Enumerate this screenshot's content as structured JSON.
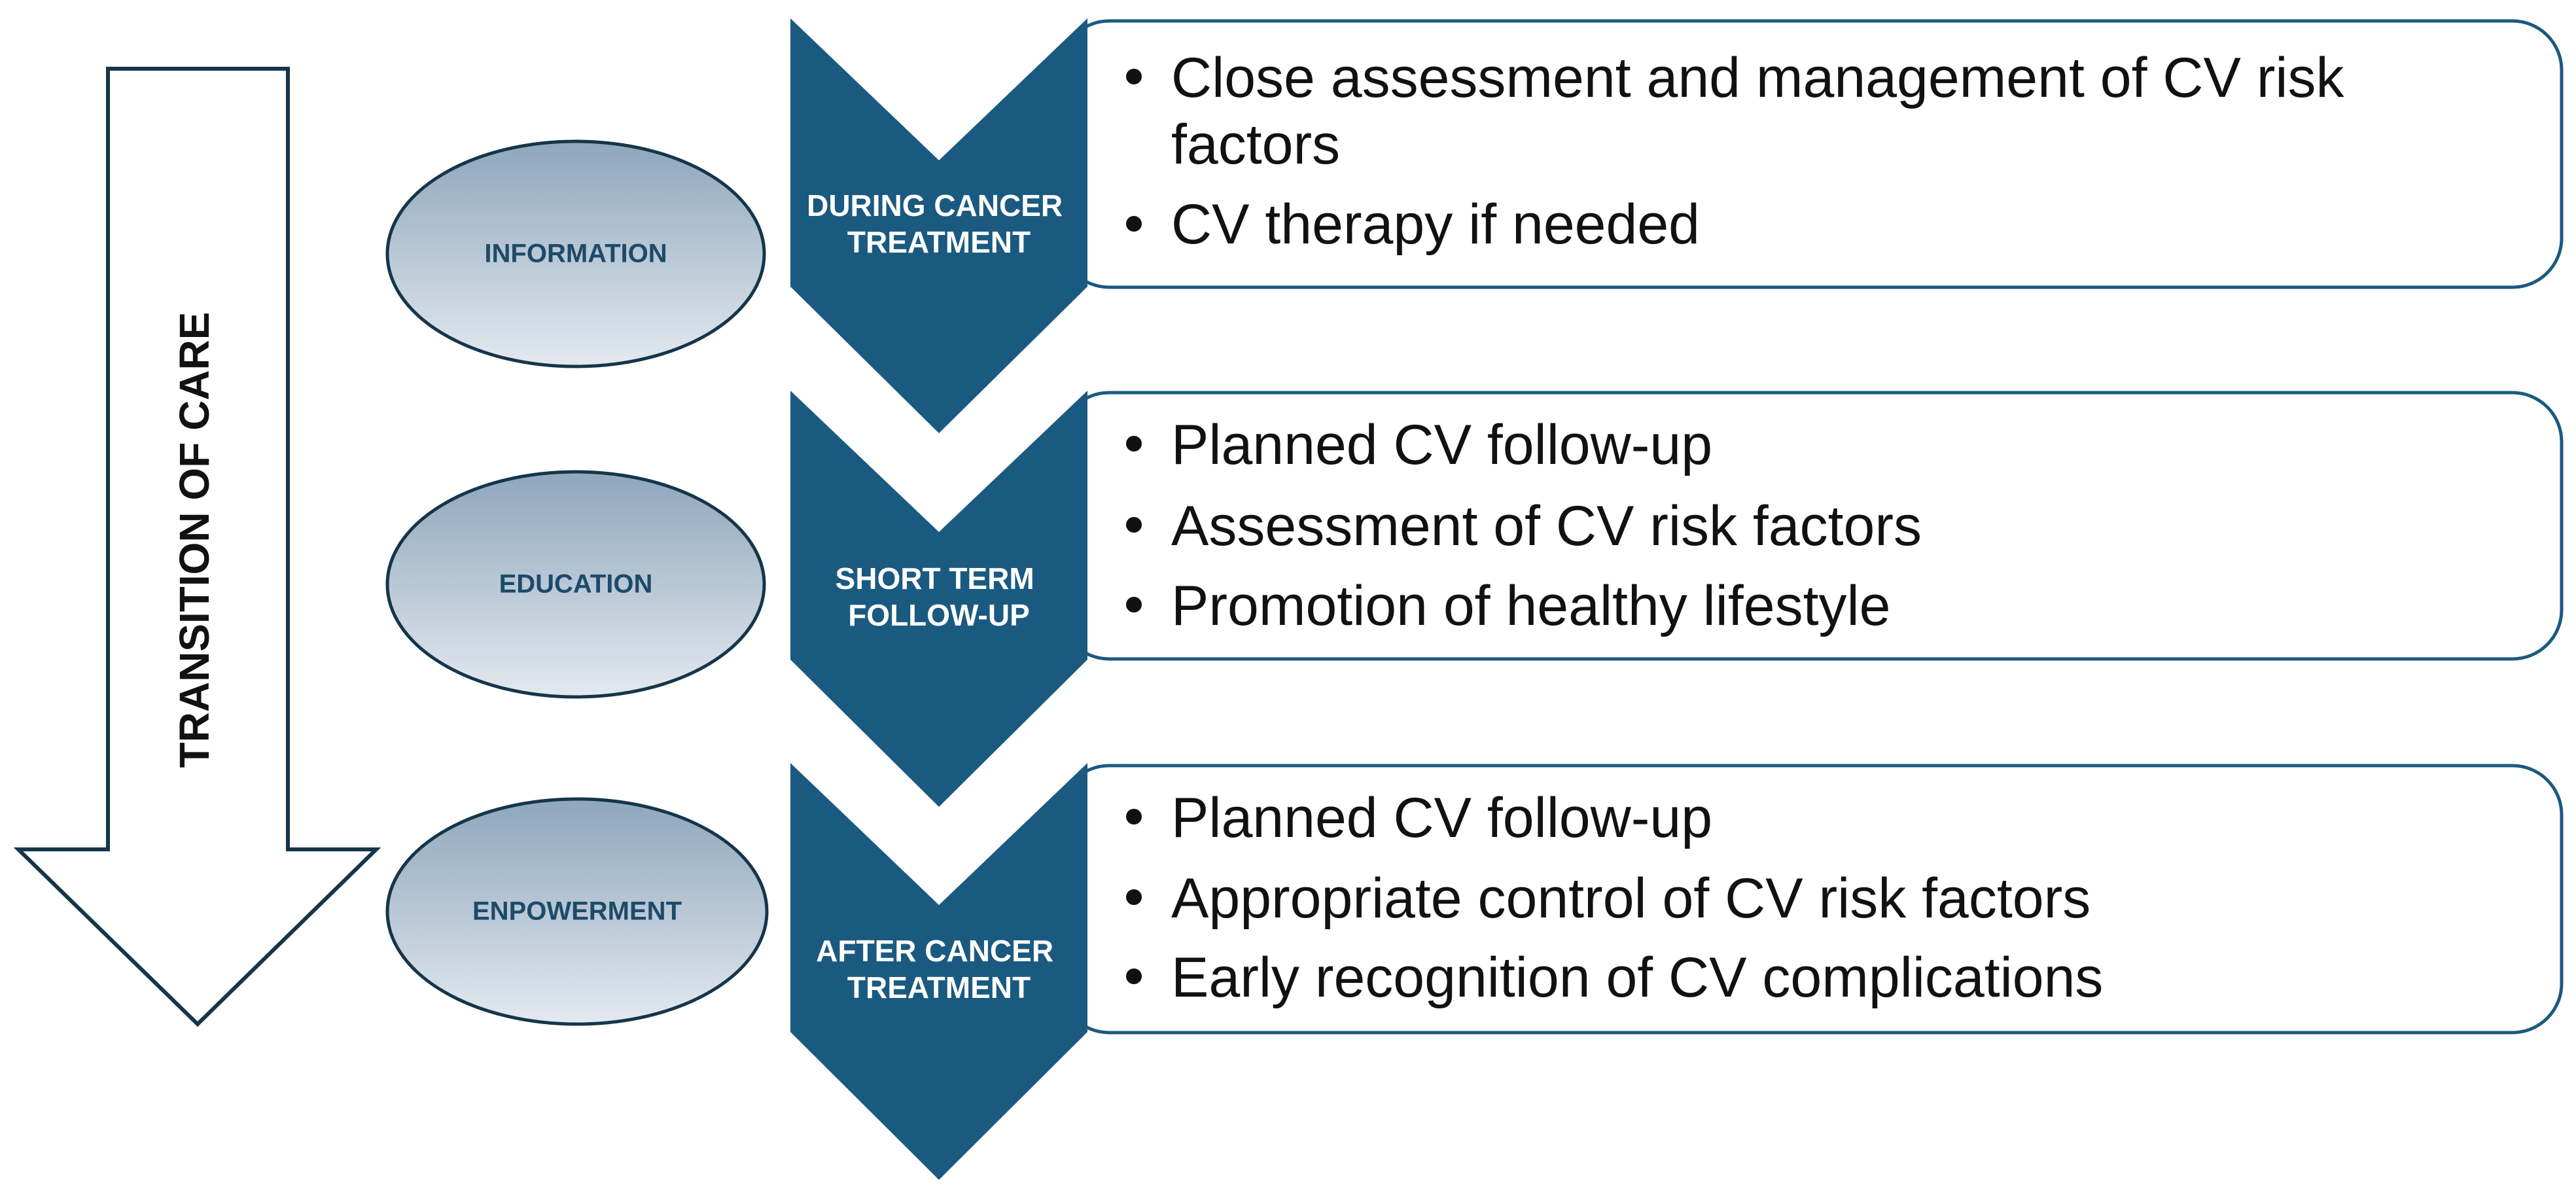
{
  "colors": {
    "chevron_fill": "#1b5a80",
    "box_border": "#1b5a80",
    "arrow_stroke": "#15354a",
    "oval_gradient_top": "#8ea6bc",
    "oval_gradient_bottom": "#e3e9ef",
    "oval_stroke": "#15354a",
    "oval_text": "#1d4a68",
    "bullet_text": "#111111"
  },
  "arrow": {
    "label": "TRANSITION OF CARE"
  },
  "stages": [
    {
      "chevron_lines": [
        "DURING CANCER",
        "TREATMENT"
      ],
      "oval": "INFORMATION",
      "bullets": [
        [
          "Close assessment and management of CV risk",
          "factors"
        ],
        [
          "CV therapy if needed"
        ]
      ]
    },
    {
      "chevron_lines": [
        "SHORT TERM",
        "FOLLOW-UP"
      ],
      "oval": "EDUCATION",
      "bullets": [
        [
          "Planned CV follow-up"
        ],
        [
          "Assessment of CV risk factors"
        ],
        [
          "Promotion of healthy lifestyle"
        ]
      ]
    },
    {
      "chevron_lines": [
        "AFTER CANCER",
        "TREATMENT"
      ],
      "oval": "ENPOWERMENT",
      "bullets": [
        [
          "Planned CV follow-up"
        ],
        [
          "Appropriate control of CV risk factors"
        ],
        [
          "Early recognition of CV complications"
        ]
      ]
    }
  ]
}
